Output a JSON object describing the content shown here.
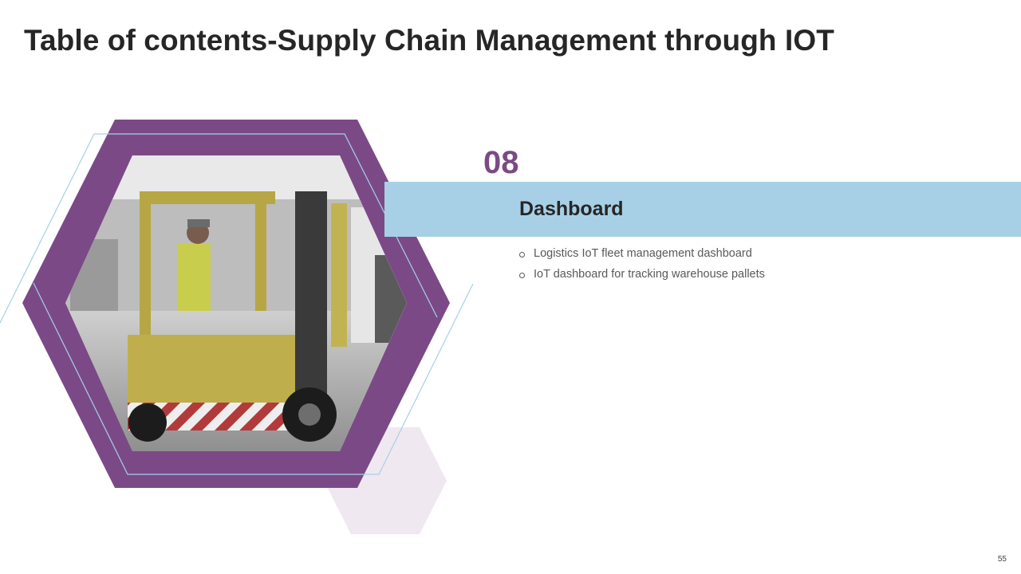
{
  "slide": {
    "title": "Table of contents-Supply Chain Management through IOT",
    "section_number": "08",
    "section_title": "Dashboard",
    "bullets": [
      "Logistics IoT fleet management dashboard",
      "IoT dashboard for tracking warehouse pallets"
    ],
    "page_number": "55"
  },
  "colors": {
    "accent_purple": "#7b4a86",
    "band_blue": "#a7d0e6",
    "light_purple": "#efe8f1",
    "outline_blue": "#a7d0e6"
  },
  "image": {
    "description_icon": "forklift-photo"
  }
}
